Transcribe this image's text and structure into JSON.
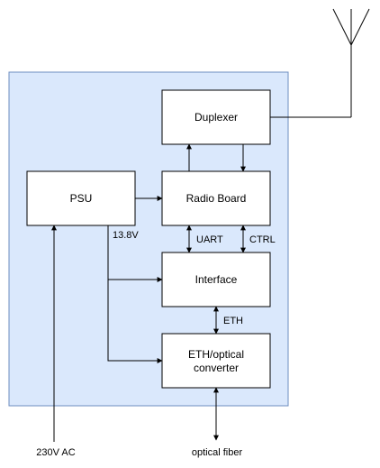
{
  "blocks": {
    "duplexer": "Duplexer",
    "psu": "PSU",
    "radio_board": "Radio Board",
    "interface": "Interface",
    "eth_optical_line1": "ETH/optical",
    "eth_optical_line2": "converter"
  },
  "labels": {
    "voltage": "13.8V",
    "uart": "UART",
    "ctrl": "CTRL",
    "eth": "ETH",
    "mains": "230V AC",
    "fiber": "optical fiber"
  },
  "colors": {
    "enclosure_fill": "#dae8fc",
    "enclosure_stroke": "#6c8ebf",
    "box_fill": "#ffffff",
    "line": "#000000"
  }
}
